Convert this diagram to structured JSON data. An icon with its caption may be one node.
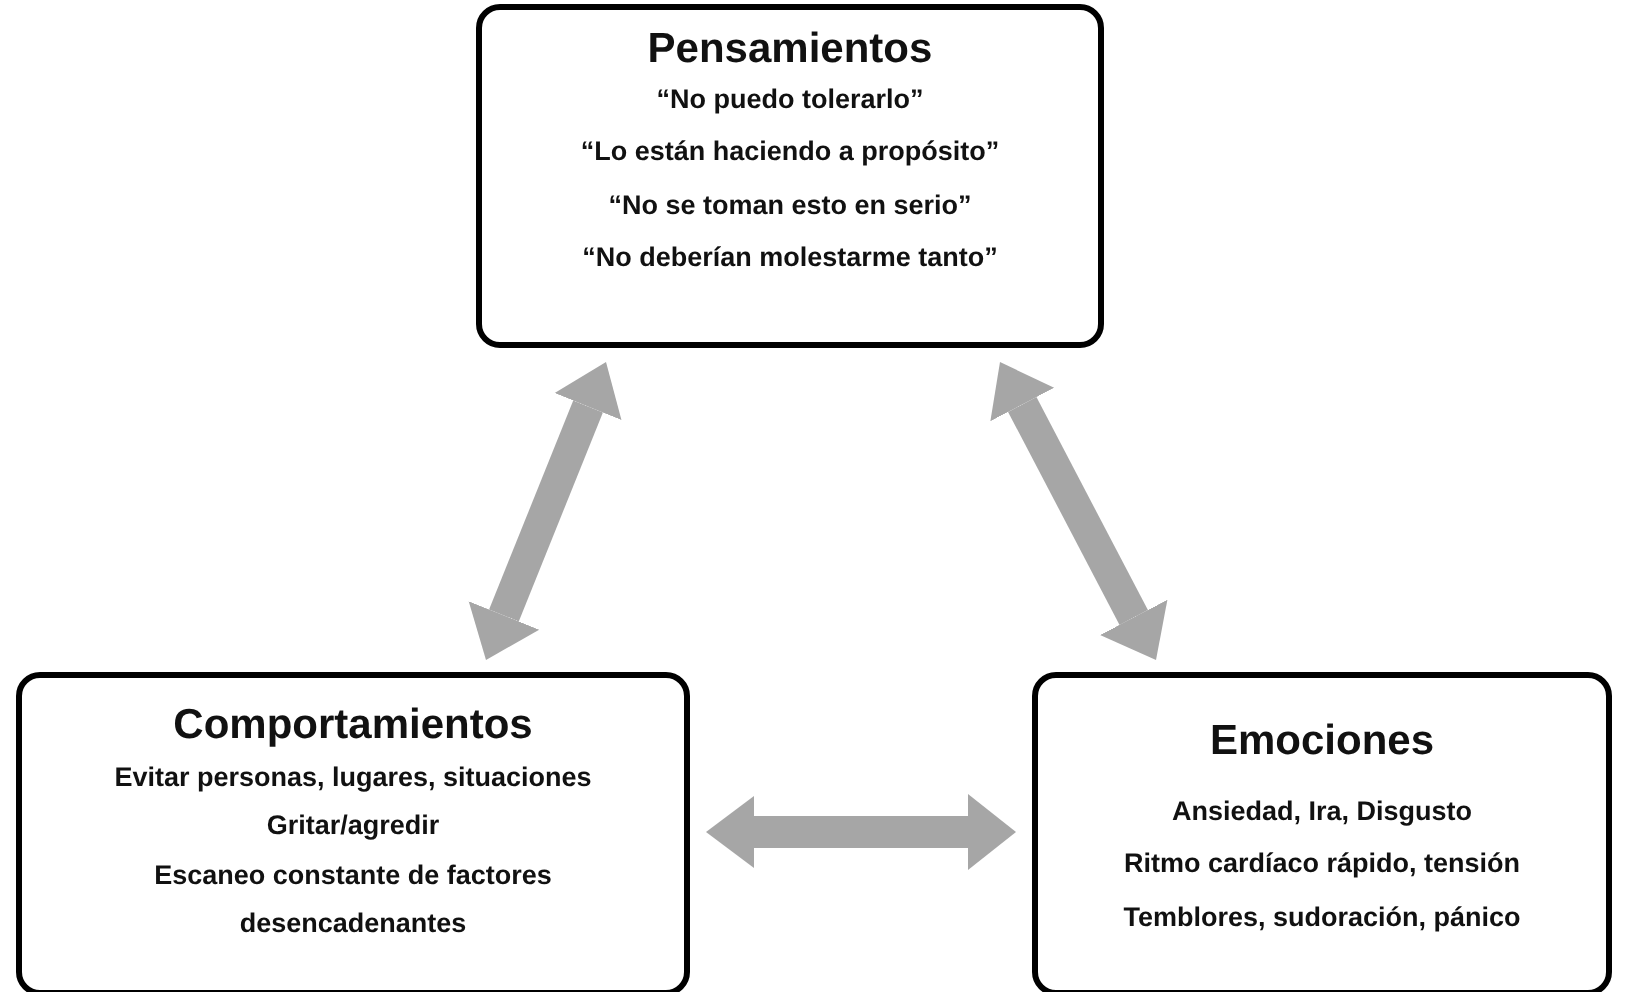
{
  "diagram": {
    "nodes": [
      {
        "text": [
          "Pensamientos",
          "“No puedo tolerarlo”",
          "“Lo están haciendo a propósito”",
          "“No se toman esto en serio”",
          "“No deberían molestarme tanto”"
        ]
      },
      {
        "text": [
          "Comportamientos",
          "Evitar personas, lugares, situaciones",
          "Gritar/agredir",
          "Escaneo constante de factores desencadenantes"
        ]
      },
      {
        "text": [
          "Emociones",
          "Ansiedad, Ira, Disgusto",
          "Ritmo cardíaco rápido, tensión",
          "Temblores, sudoración, pánico"
        ]
      }
    ],
    "edges": [
      {
        "from": 0,
        "to": 1,
        "arrow": "both"
      },
      {
        "from": 0,
        "to": 2,
        "arrow": "both"
      },
      {
        "from": 1,
        "to": 2,
        "arrow": "both"
      }
    ]
  }
}
